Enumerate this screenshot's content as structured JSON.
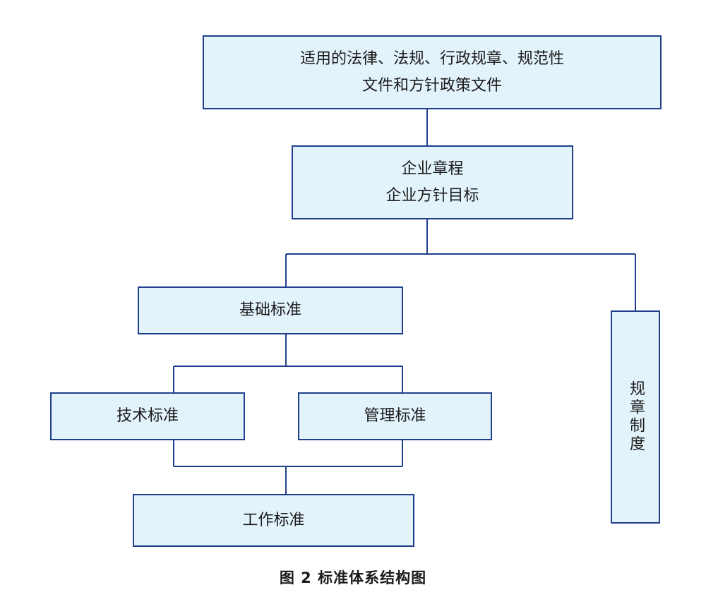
{
  "nodes": {
    "laws": {
      "line1": "适用的法律、法规、行政规章、规范性",
      "line2": "文件和方针政策文件"
    },
    "charter": {
      "line1": "企业章程",
      "line2": "企业方针目标"
    },
    "basic": {
      "label": "基础标准"
    },
    "technical": {
      "label": "技术标准"
    },
    "management": {
      "label": "管理标准"
    },
    "work": {
      "label": "工作标准"
    },
    "rules": {
      "label": "规章制度"
    }
  },
  "caption": "图 2  标准体系结构图",
  "colors": {
    "box_fill": "#e3f3fb",
    "border": "#1f3f8c",
    "line": "#1f3f8c"
  }
}
